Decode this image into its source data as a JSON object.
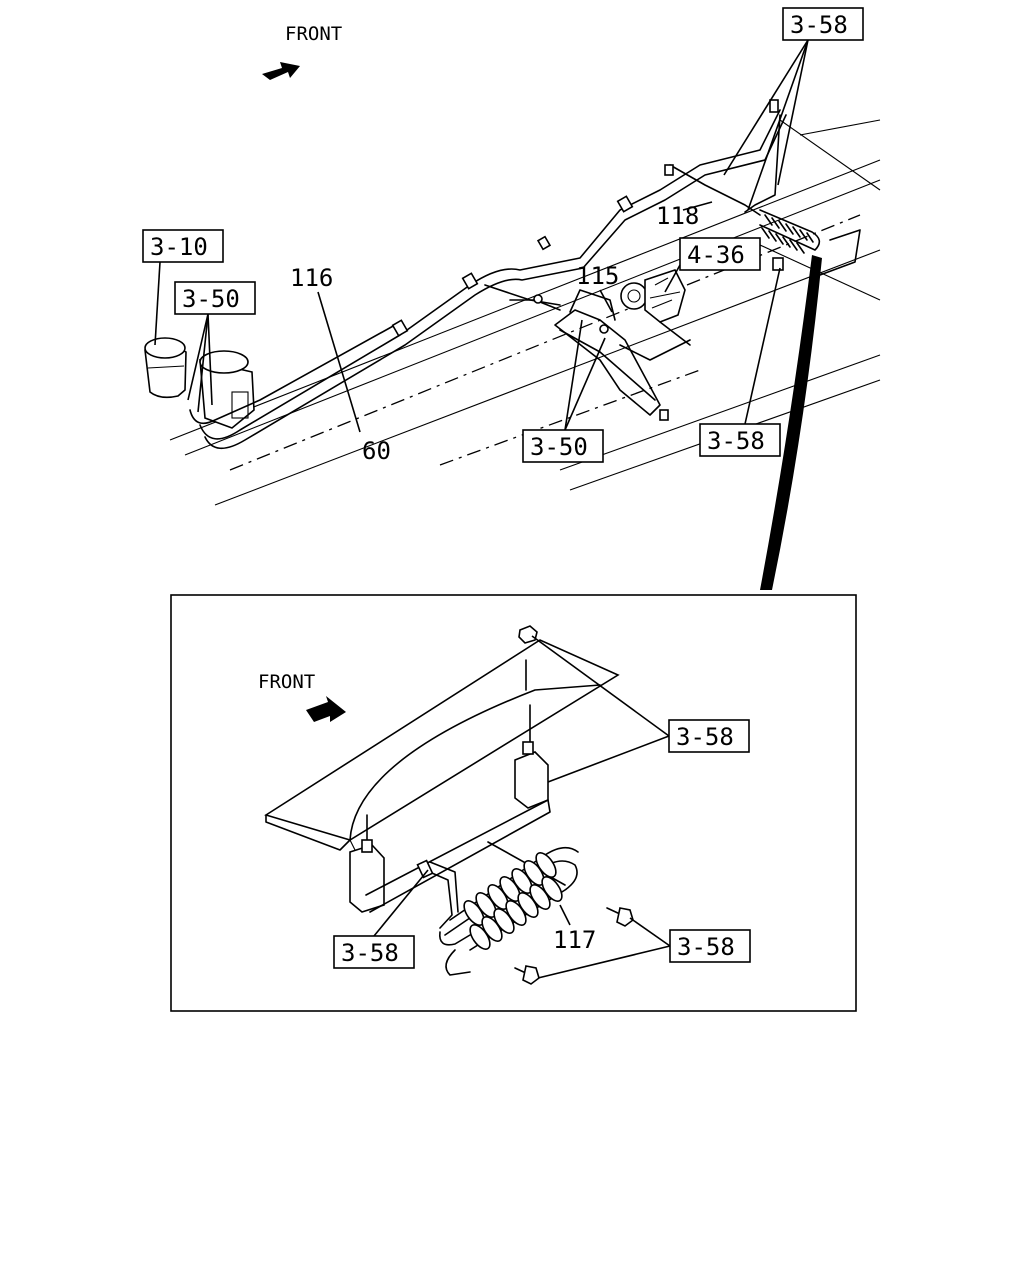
{
  "direction_labels": {
    "top": "FRONT",
    "detail": "FRONT"
  },
  "reference_labels": {
    "top_right": "3-58",
    "reservoir": "3-10",
    "reservoir_lines": "3-50",
    "pump": "4-36",
    "bracket_lines": "3-50",
    "cooler_bolt": "3-58",
    "detail_bracket": "3-58",
    "detail_left": "3-58",
    "detail_bolts": "3-58"
  },
  "part_numbers": {
    "p116": "116",
    "p60": "60",
    "p115": "115",
    "p118": "118",
    "p117": "117"
  },
  "icons": {
    "front_arrow_top": "arrow-icon",
    "front_arrow_detail": "arrow-icon"
  }
}
